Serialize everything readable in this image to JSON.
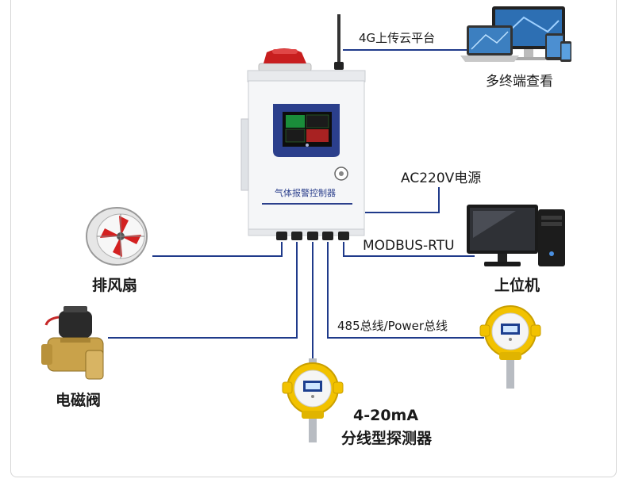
{
  "controller": {
    "panel_label": "气体报警控制器"
  },
  "labels": {
    "cloud": "4G上传云平台",
    "multi_terminal": "多终端查看",
    "power": "AC220V电源",
    "modbus": "MODBUS-RTU",
    "host": "上位机",
    "fan": "排风扇",
    "valve": "电磁阀",
    "bus": "485总线/Power总线",
    "analog_line1": "4-20mA",
    "analog_line2": "分线型探测器"
  },
  "colors": {
    "wire": "#1f3a8a",
    "cabinet": "#f3f5f7",
    "screen_frame": "#2b3f8c",
    "alarm_light": "#c81e1e",
    "detector": "#f2c200"
  },
  "icons": [
    "antenna-icon",
    "alarm-light-icon",
    "laptop-icon",
    "monitor-icon",
    "tablet-icon",
    "phone-icon",
    "pc-tower-icon",
    "fan-icon",
    "solenoid-valve-icon",
    "gas-detector-icon"
  ]
}
